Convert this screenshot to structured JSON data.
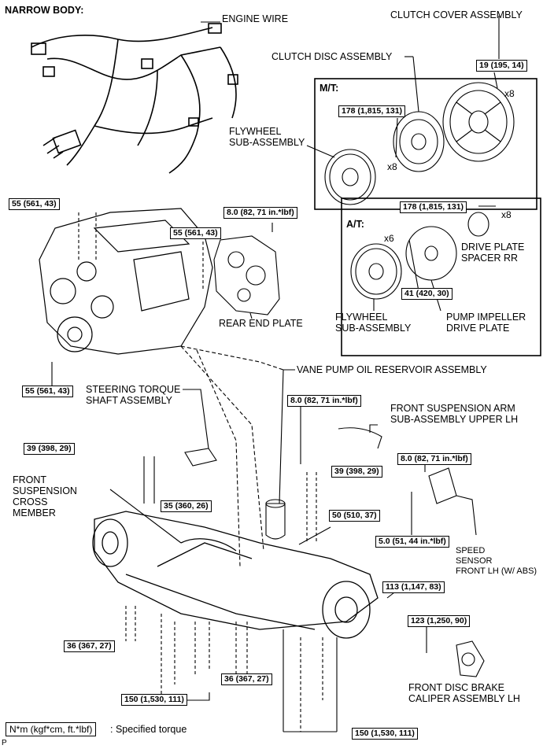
{
  "header": {
    "title": "NARROW BODY:"
  },
  "sections": {
    "mt": "M/T:",
    "at": "A/T:"
  },
  "parts": {
    "engine_wire": "ENGINE WIRE",
    "clutch_cover": "CLUTCH COVER ASSEMBLY",
    "clutch_disc": "CLUTCH DISC ASSEMBLY",
    "flywheel_mt": [
      "FLYWHEEL",
      "SUB-ASSEMBLY"
    ],
    "drive_plate_spacer": [
      "DRIVE PLATE",
      "SPACER RR"
    ],
    "flywheel_at": [
      "FLYWHEEL",
      "SUB-ASSEMBLY"
    ],
    "pump_impeller": [
      "PUMP IMPELLER",
      "DRIVE PLATE"
    ],
    "rear_end_plate": "REAR END PLATE",
    "vane_pump": "VANE PUMP OIL RESERVOIR ASSEMBLY",
    "steering_torque": [
      "STEERING TORQUE",
      "SHAFT ASSEMBLY"
    ],
    "front_susp_arm": [
      "FRONT SUSPENSION ARM",
      "SUB-ASSEMBLY UPPER LH"
    ],
    "front_susp_cross": [
      "FRONT",
      "SUSPENSION",
      "CROSS",
      "MEMBER"
    ],
    "speed_sensor": [
      "SPEED",
      "SENSOR",
      "FRONT LH (W/ ABS)"
    ],
    "brake_caliper": [
      "FRONT DISC BRAKE",
      "CALIPER ASSEMBLY LH"
    ]
  },
  "torques": {
    "t_19": "19 (195, 14)",
    "t_178_mt": "178 (1,815, 131)",
    "t_178_at": "178 (1,815, 131)",
    "t_41": "41 (420, 30)",
    "t_55_a": "55 (561, 43)",
    "t_55_b": "55 (561, 43)",
    "t_55_c": "55 (561, 43)",
    "t_8_rear": "8.0 (82, 71 in.*lbf)",
    "t_8_mid": "8.0 (82, 71 in.*lbf)",
    "t_8_right": "8.0 (82, 71 in.*lbf)",
    "t_39_left": "39 (398, 29)",
    "t_39_right": "39 (398, 29)",
    "t_35": "35 (360, 26)",
    "t_50": "50 (510, 37)",
    "t_5": "5.0 (51, 44 in.*lbf)",
    "t_113": "113 (1,147, 83)",
    "t_123": "123 (1,250, 90)",
    "t_36_left": "36 (367, 27)",
    "t_36_mid": "36 (367, 27)",
    "t_150_left": "150 (1,530, 111)",
    "t_150_right": "150 (1,530, 111)"
  },
  "multipliers": {
    "x8_cover": "x8",
    "x8_disc": "x8",
    "x8_spacer": "x8",
    "x6": "x6"
  },
  "legend": {
    "unit": "N*m (kgf*cm, ft.*lbf)",
    "desc": ": Specified torque"
  },
  "corner_mark": "P"
}
